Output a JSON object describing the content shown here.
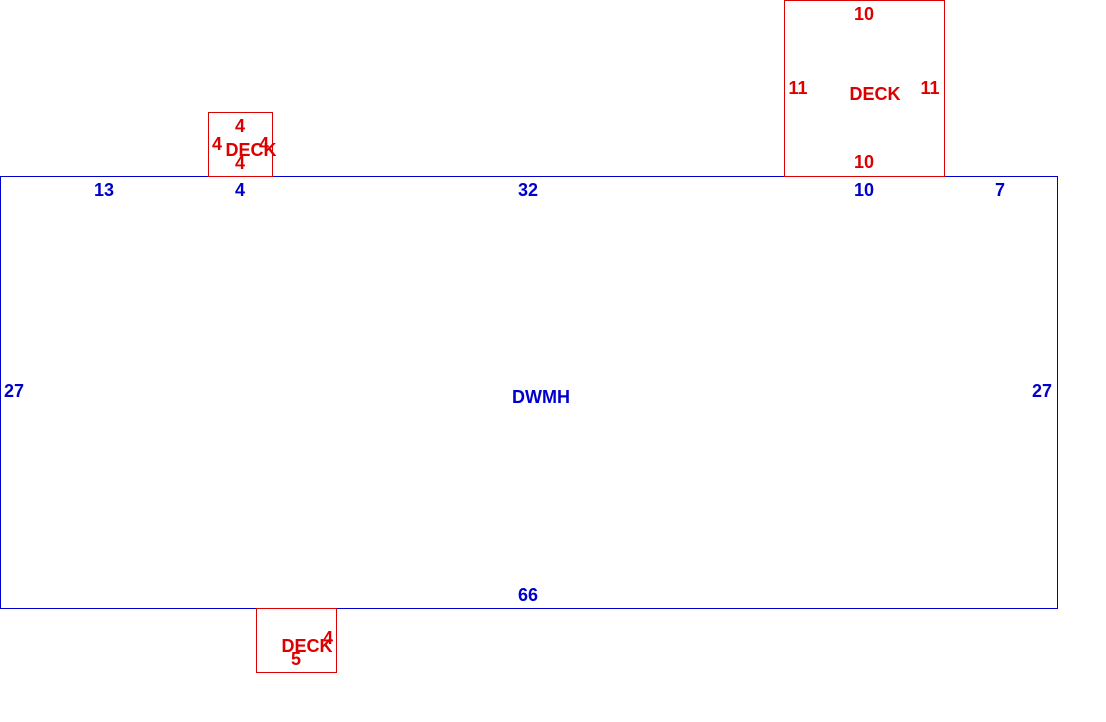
{
  "colors": {
    "main_structure": "#0000cc",
    "deck": "#dd0000",
    "background": "#ffffff"
  },
  "main_structure": {
    "label": "DWMH",
    "top_dims": [
      "13",
      "4",
      "32",
      "10",
      "7"
    ],
    "left_dim": "27",
    "right_dim": "27",
    "bottom_dim": "66"
  },
  "decks": [
    {
      "label": "DECK",
      "dims": {
        "top": "4",
        "left": "4",
        "right": "4",
        "bottom": "4"
      }
    },
    {
      "label": "DECK",
      "dims": {
        "top": "10",
        "left": "11",
        "right": "11",
        "bottom": "10"
      }
    },
    {
      "label": "DECK",
      "dims": {
        "right": "4",
        "bottom": "5"
      }
    }
  ]
}
